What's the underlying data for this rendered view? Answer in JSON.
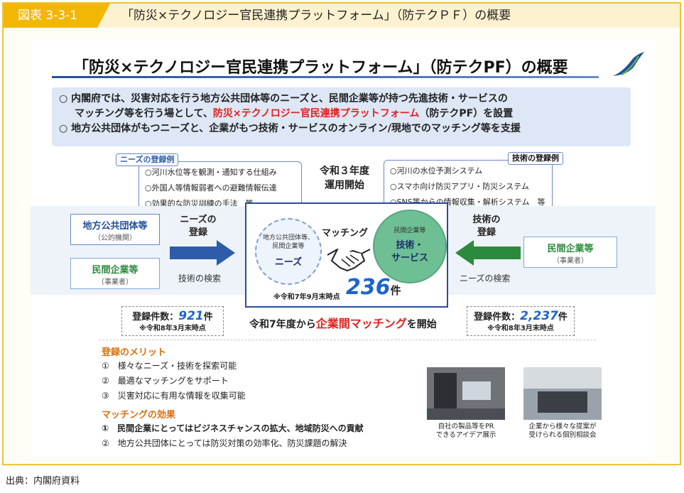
{
  "figure": {
    "tag": "図表 3-3-1",
    "caption": "「防災×テクノロジー官民連携プラットフォーム」（防テクＰＦ）の概要"
  },
  "title": "「防災×テクノロジー官民連携プラットフォーム」（防テクPF）の概要",
  "summary": {
    "line1": "○ 内閣府では、災害対応を行う地方公共団体等のニーズと、民間企業等が持つ先進技術・サービスの",
    "line2_a": "マッチング等を行う場として、",
    "line2_highlight": "防災×テクノロジー官民連携プラットフォーム",
    "line2_b": "（防テクPF）を設置",
    "line3": "○ 地方公共団体がもつニーズと、企業がもつ技術・サービスのオンライン/現地でのマッチング等を支援"
  },
  "needs_examples": {
    "tag": "ニーズの登録例",
    "items": [
      "○河川水位等を観測・通知する仕組み",
      "○外国人等情報弱者への避難情報伝達",
      "○効果的な防災訓練の手法　等"
    ]
  },
  "tech_examples": {
    "tag": "技術の登録例",
    "items": [
      "○河川の水位予測システム",
      "○スマホ向け防災アプリ・防災システム",
      "○SNS等からの情報収集・解析システム　等"
    ]
  },
  "year_label": {
    "line1": "令和３年度",
    "line2": "運用開始"
  },
  "left_actors": [
    {
      "name": "地方公共団体等",
      "sub": "（公的機関）"
    },
    {
      "name": "民間企業等",
      "sub": "（事業者）"
    }
  ],
  "right_actor": {
    "name": "民間企業等",
    "sub": "（事業者）"
  },
  "needs_register": {
    "line1": "ニーズの",
    "line2": "登録"
  },
  "tech_register": {
    "line1": "技術の",
    "line2": "登録"
  },
  "tech_search": "技術の検索",
  "needs_search": "ニーズの検索",
  "center": {
    "matching": "マッチング",
    "needs_circle": {
      "small1": "地方公共団体等、",
      "small2": "民間企業等",
      "label": "ニーズ"
    },
    "tech_circle": {
      "small": "民間企業等",
      "label1": "技術・",
      "label2": "サービス"
    },
    "note": "※令和7年9月末時点",
    "count": "236",
    "count_unit": "件"
  },
  "left_count": {
    "label": "登録件数：",
    "value": "921",
    "unit": "件",
    "note": "※令和8年3月末時点"
  },
  "right_count": {
    "label": "登録件数：",
    "value": "2,237",
    "unit": "件",
    "note": "※令和8年3月末時点"
  },
  "matching_start": {
    "a": "令和7年度から",
    "highlight": "企業間マッチング",
    "b": "を開始"
  },
  "merits": {
    "title": "登録のメリット",
    "items": [
      "①　様々なニーズ・技術を探索可能",
      "②　最適なマッチングをサポート",
      "③　災害対応に有用な情報を収集可能"
    ]
  },
  "effects": {
    "title": "マッチングの効果",
    "items": [
      "①　民間企業にとってはビジネスチャンスの拡大、地域防災への貢献",
      "②　地方公共団体にとっては防災対策の効率化、防災課題の解決"
    ]
  },
  "photos": [
    {
      "caption1": "自社の製品等をPR",
      "caption2": "できるアイデア展示"
    },
    {
      "caption1": "企業から様々な提案が",
      "caption2": "受けられる個別相談会"
    }
  ],
  "source": "出典：内閣府資料",
  "colors": {
    "accent_yellow": "#f2b705",
    "navy": "#2a4e9a",
    "red": "#e0201b",
    "green": "#6fbf95",
    "orange": "#d9700f"
  }
}
